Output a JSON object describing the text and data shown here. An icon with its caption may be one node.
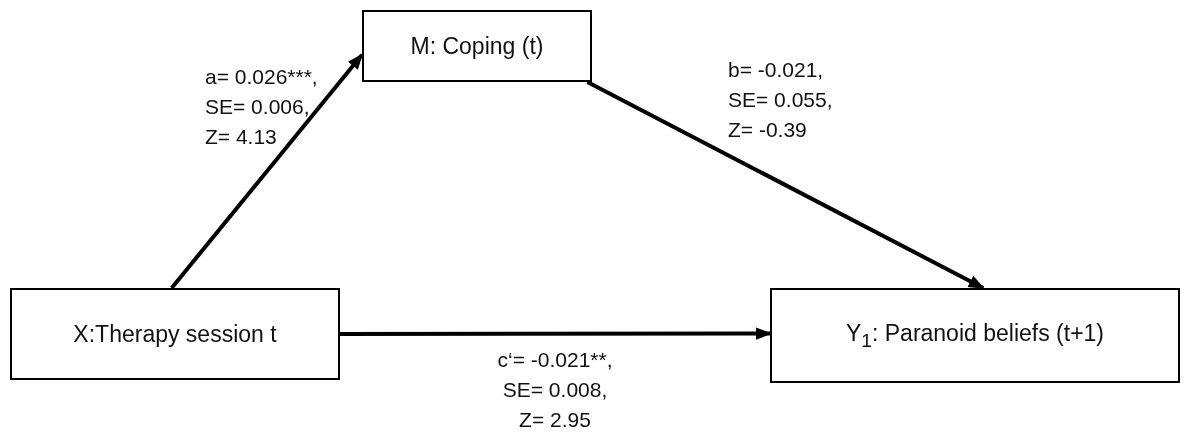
{
  "diagram": {
    "nodes": [
      {
        "text": [
          "M: Coping (t)"
        ]
      },
      {
        "text": [
          "X:Therapy session t"
        ]
      },
      {
        "text": [
          "Y$_{1}$: Paranoid beliefs (t+1)"
        ]
      }
    ],
    "edges": [
      {
        "from": 1,
        "to": 0,
        "arrow": "to",
        "label": "a= 0.026***, SE= 0.006, Z= 4.13"
      },
      {
        "from": 0,
        "to": 2,
        "arrow": "to",
        "label": "b= -0.021, SE= 0.055, Z= -0.39"
      },
      {
        "from": 1,
        "to": 2,
        "arrow": "to",
        "label": "c‘= -0.021**, SE= 0.008, Z= 2.95"
      }
    ]
  }
}
